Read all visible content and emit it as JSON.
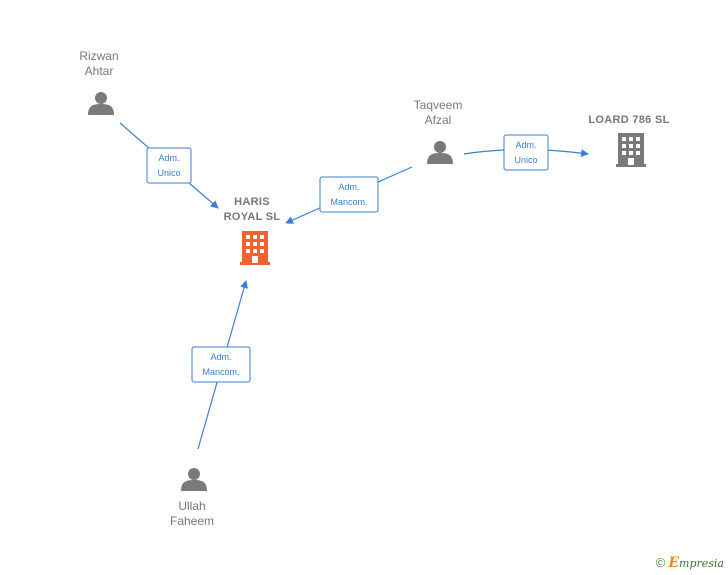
{
  "nodes": {
    "rizwan": {
      "line1": "Rizwan",
      "line2": "Ahtar",
      "kind": "person"
    },
    "taqveem": {
      "line1": "Taqveem",
      "line2": "Afzal",
      "kind": "person"
    },
    "ullah": {
      "line1": "Ullah",
      "line2": "Faheem",
      "kind": "person"
    },
    "haris": {
      "line1": "HARIS",
      "line2": "ROYAL  SL",
      "kind": "company",
      "color": "#f0622e"
    },
    "loard": {
      "line1": "LOARD 786  SL",
      "kind": "company",
      "color": "#7a7a7a"
    }
  },
  "edges": {
    "rizwan_haris": {
      "line1": "Adm.",
      "line2": "Unico"
    },
    "taqveem_haris": {
      "line1": "Adm.",
      "line2": "Mancom."
    },
    "taqveem_loard": {
      "line1": "Adm.",
      "line2": "Unico"
    },
    "ullah_haris": {
      "line1": "Adm.",
      "line2": "Mancom."
    }
  },
  "colors": {
    "edge": "#3a7fd0",
    "person": "#7a7a7a"
  },
  "footer": {
    "copyright": "©",
    "brand_initial": "E",
    "brand_rest": "mpresia"
  }
}
